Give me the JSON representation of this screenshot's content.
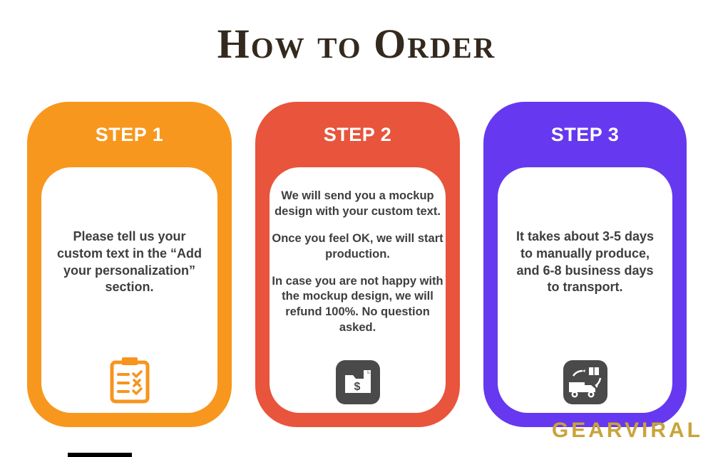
{
  "title": "How to Order",
  "watermark": "GEARVIRAL",
  "colors": {
    "title": "#33291E",
    "body_text": "#3F3E3E",
    "watermark": "#C9A43A",
    "icon_orange": "#F7941E",
    "icon_dark": "#4A4A4A",
    "footer_bar": "#000000"
  },
  "steps": [
    {
      "label": "STEP 1",
      "color": "#F8971D",
      "icon": "clipboard-checklist-icon",
      "paragraphs": [
        "Please tell us your custom text in the “Add your personalization” section."
      ]
    },
    {
      "label": "STEP 2",
      "color": "#E8543C",
      "icon": "money-folder-icon",
      "paragraphs": [
        "We will send you a mockup design with your custom text.",
        "Once you feel OK, we will start production.",
        "In case you are not happy with the mockup design, we will refund 100%. No question asked."
      ]
    },
    {
      "label": "STEP 3",
      "color": "#6638F0",
      "icon": "shipping-truck-icon",
      "paragraphs": [
        "It takes about 3-5 days to manually produce, and 6-8 business days to transport."
      ]
    }
  ]
}
